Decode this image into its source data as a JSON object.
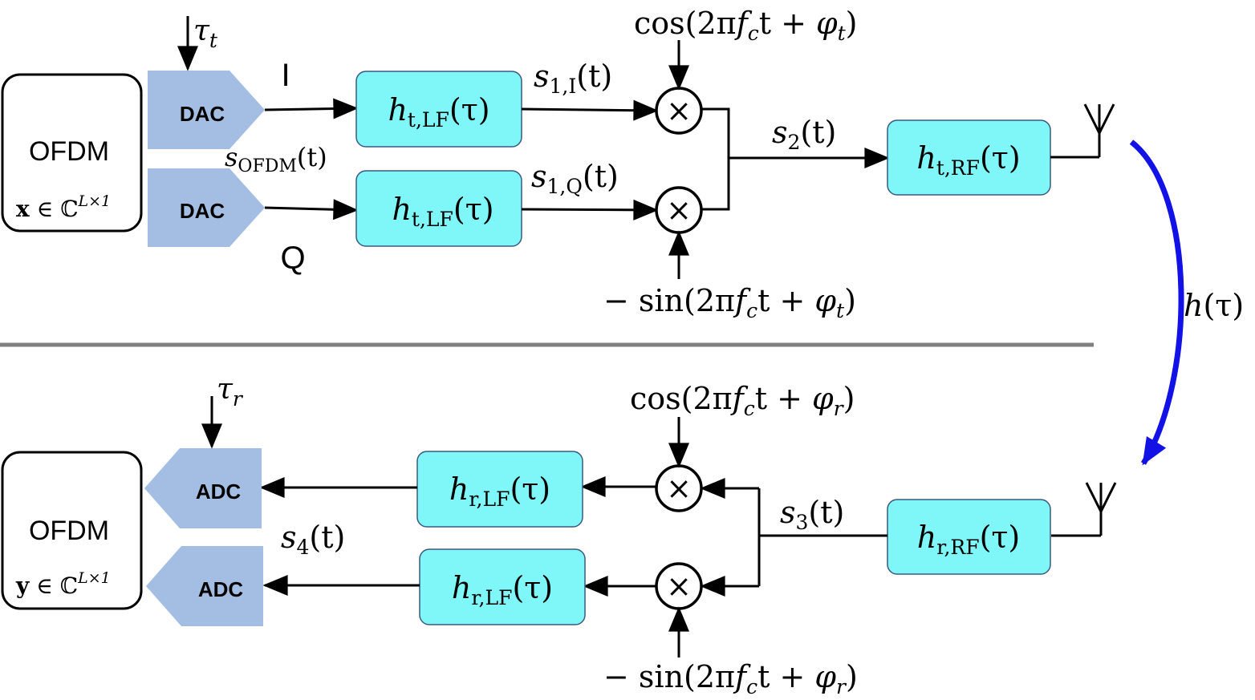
{
  "colors": {
    "filter_fill": "#7ff7f9",
    "converter_fill": "#a4bee3",
    "channel_arrow": "#1212e6",
    "divider": "#808080"
  },
  "tx": {
    "tau": "τ",
    "tau_sub": "t",
    "ofdm_label": "OFDM",
    "x_vec": "x",
    "x_in": " ∈ ℂ",
    "x_dim": "L×1",
    "dac_top": "DAC",
    "dac_bottom": "DAC",
    "i_label": "I",
    "q_label": "Q",
    "s_ofdm": "s",
    "s_ofdm_sub": "OFDM",
    "s_ofdm_arg": "(t)",
    "lf_top": {
      "h": "h",
      "sub": "t,LF",
      "arg": "(τ)"
    },
    "lf_bottom": {
      "h": "h",
      "sub": "t,LF",
      "arg": "(τ)"
    },
    "s1i": {
      "s": "s",
      "sub": "1,I",
      "arg": "(t)"
    },
    "s1q": {
      "s": "s",
      "sub": "1,Q",
      "arg": "(t)"
    },
    "cos_lo": {
      "pre": "cos(2π",
      "f": "f",
      "fsub": "c",
      "mid": "t + ",
      "phi": "φ",
      "phisub": "t",
      "post": ")"
    },
    "sin_lo": {
      "pre": "− sin(2π",
      "f": "f",
      "fsub": "c",
      "mid": "t + ",
      "phi": "φ",
      "phisub": "t",
      "post": ")"
    },
    "s2": {
      "s": "s",
      "sub": "2",
      "arg": "(t)"
    },
    "rf": {
      "h": "h",
      "sub": "t,RF",
      "arg": "(τ)"
    },
    "mixer_symbol": "×"
  },
  "channel": {
    "h": "h",
    "arg": "(τ)"
  },
  "rx": {
    "tau": "τ",
    "tau_sub": "r",
    "ofdm_label": "OFDM",
    "y_vec": "y",
    "y_in": " ∈ ℂ",
    "y_dim": "L×1",
    "adc_top": "ADC",
    "adc_bottom": "ADC",
    "s4": {
      "s": "s",
      "sub": "4",
      "arg": "(t)"
    },
    "lf_top": {
      "h": "h",
      "sub": "r,LF",
      "arg": "(τ)"
    },
    "lf_bottom": {
      "h": "h",
      "sub": "r,LF",
      "arg": "(τ)"
    },
    "cos_lo": {
      "pre": "cos(2π",
      "f": "f",
      "fsub": "c",
      "mid": "t + ",
      "phi": "φ",
      "phisub": "r",
      "post": ")"
    },
    "sin_lo": {
      "pre": "− sin(2π",
      "f": "f",
      "fsub": "c",
      "mid": "t + ",
      "phi": "φ",
      "phisub": "r",
      "post": ")"
    },
    "s3": {
      "s": "s",
      "sub": "3",
      "arg": "(t)"
    },
    "rf": {
      "h": "h",
      "sub": "r,RF",
      "arg": "(τ)"
    },
    "mixer_symbol": "×"
  }
}
